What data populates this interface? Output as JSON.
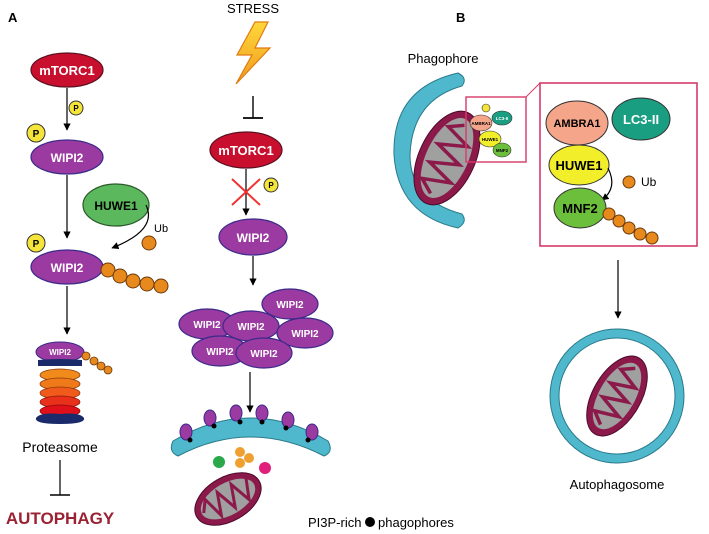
{
  "panel_a": {
    "label": "A",
    "stress": "STRESS",
    "mtorc1": "mTORC1",
    "p": "P",
    "wipi2": "WIPI2",
    "huwe1": "HUWE1",
    "ub": "Ub",
    "proteasome": "Proteasome",
    "autophagy": "AUTOPHAGY",
    "phagophores": "PI3P-rich",
    "phagophores_suffix": "phagophores"
  },
  "panel_b": {
    "label": "B",
    "phagophore": "Phagophore",
    "ambra1": "AMBRA1",
    "lc3": "LC3-II",
    "huwe1": "HUWE1",
    "mnf2": "MNF2",
    "ub": "Ub",
    "small_ambra1": "AMBRA1",
    "small_lc3": "LC3-II",
    "small_huwe1": "HUWE1",
    "small_mnf2": "MNF2",
    "autophagosome": "Autophagosome"
  },
  "colors": {
    "mtorc1": "#c8102e",
    "wipi2": "#9b3aa0",
    "huwe1_green": "#5cb85c",
    "huwe1_yellow": "#f2ef2a",
    "ub": "#e8891e",
    "phosphate": "#f5e43a",
    "membrane": "#4fb8cc",
    "mito_outer": "#8b1a4a",
    "mito_inner": "#a0a0a0",
    "ambra1": "#f4a58a",
    "lc3": "#1a9e82",
    "mnf2": "#6cbf3a",
    "frame": "#d63a6a",
    "autophagy_text": "#9b2232"
  }
}
